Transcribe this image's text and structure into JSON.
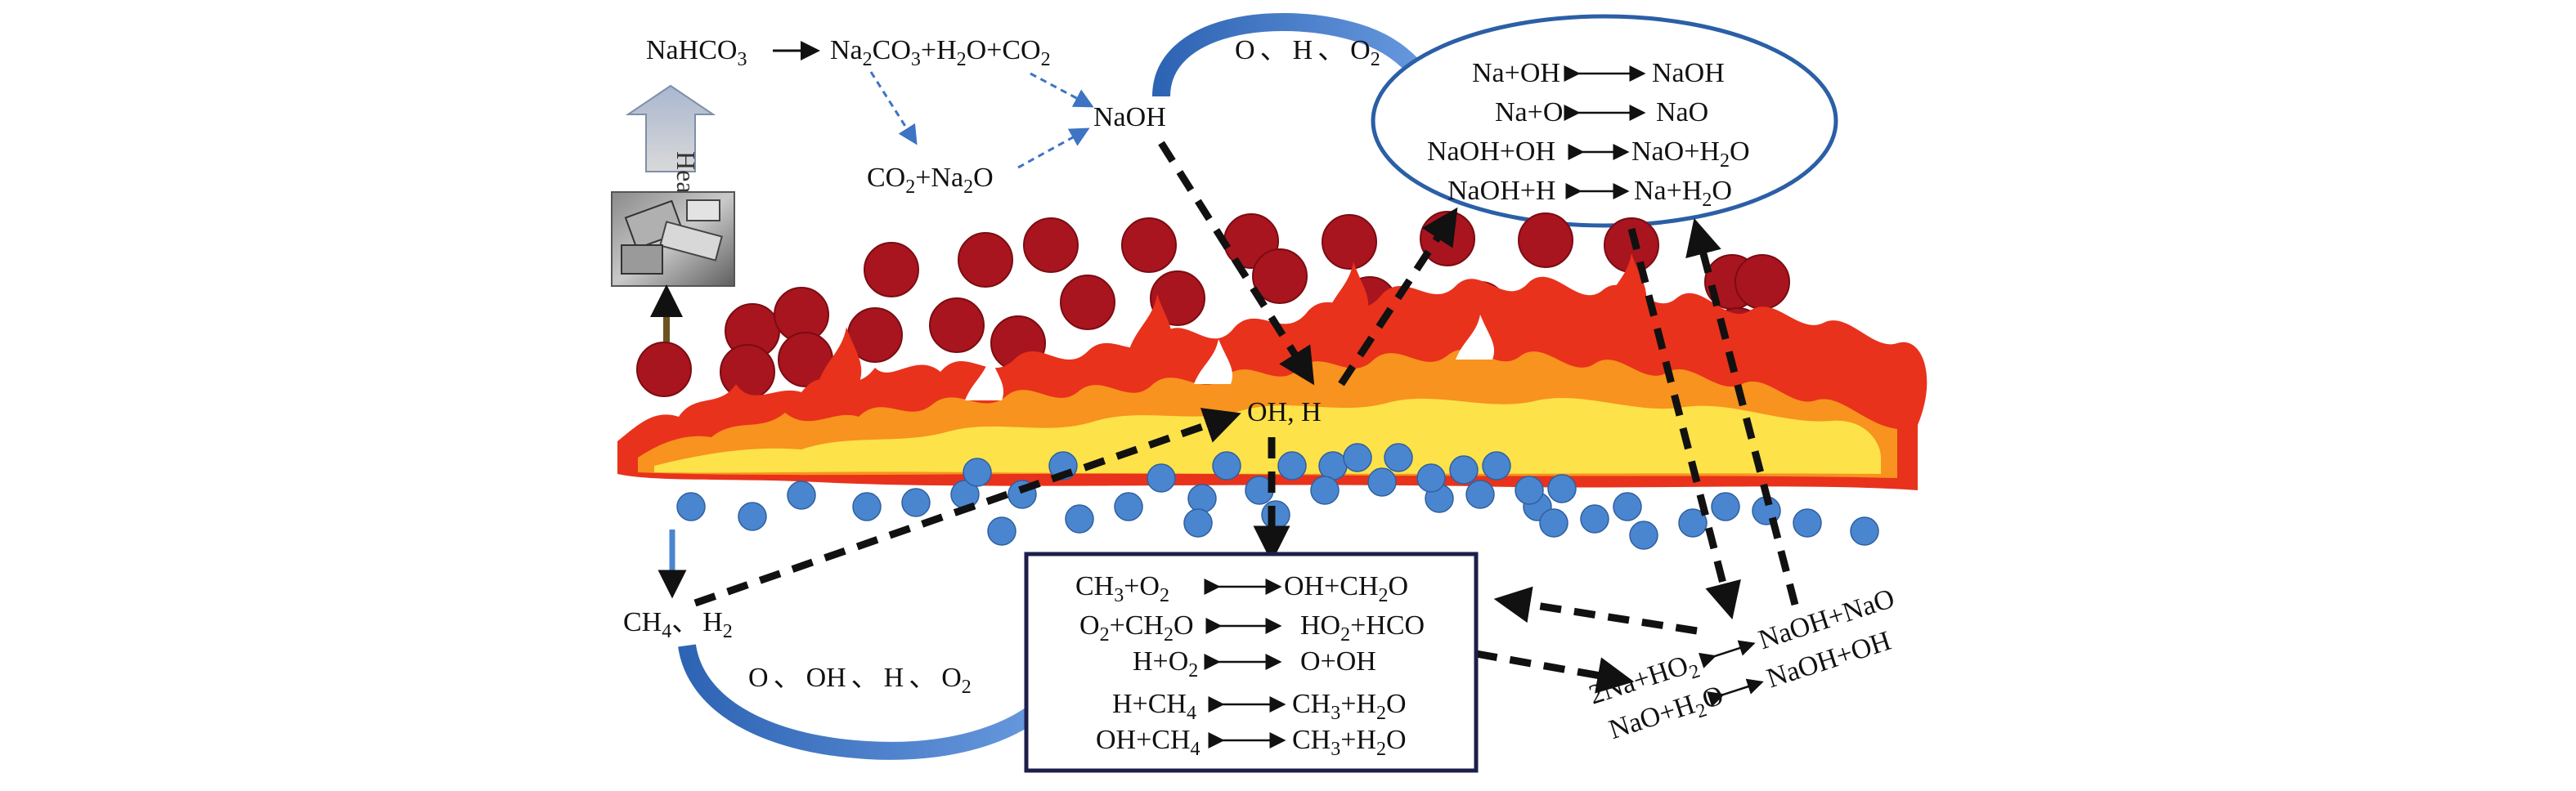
{
  "colors": {
    "particle_red": "#a8151f",
    "particle_red_edge": "#7a0c12",
    "particle_blue": "#4a86cf",
    "particle_blue_edge": "#2f5f9e",
    "flame_outer": "#e8321c",
    "flame_mid": "#f7931e",
    "flame_inner": "#fde24a",
    "arrow_blue": "#3d74c4",
    "dashed_black": "#111111",
    "ellipse_stroke": "#2b5fa6",
    "box_stroke": "#1d1f4a"
  },
  "icons": {
    "heat_arrow": "heat-up-arrow",
    "sem_image": "nahco3-crystal-sem-image"
  },
  "decomposition": {
    "reactant": "NaHCO3",
    "products": "Na2CO3+H2O+CO2",
    "side_products": "CO2+Na2O",
    "naoh": "NaOH",
    "heat_label": "Heat"
  },
  "oxidizer_label": "O、H、O2",
  "sodium_reactions": [
    {
      "left": "Na+OH",
      "right": "NaOH"
    },
    {
      "left": "Na+O",
      "right": "NaO"
    },
    {
      "left": "NaOH+OH",
      "right": "NaO+H2O"
    },
    {
      "left": "NaOH+H",
      "right": "Na+H2O"
    }
  ],
  "radicals_label": "OH, H",
  "fuel_label": "CH4、H2",
  "fuel_oxidizer_label": "O、OH、H、O2",
  "combustion_reactions": [
    {
      "left": "CH3+O2",
      "right": "OH+CH2O"
    },
    {
      "left": "O2+CH2O",
      "right": "HO2+HCO"
    },
    {
      "left": "H+O2",
      "right": "O+OH"
    },
    {
      "left": "H+CH4",
      "right": "CH3+H2O"
    },
    {
      "left": "OH+CH4",
      "right": "CH3+H2O"
    }
  ],
  "recombination_reactions": [
    {
      "left": "2Na+HO2",
      "right": "NaOH+NaO"
    },
    {
      "left": "NaO+H2O",
      "right": "NaOH+OH"
    }
  ]
}
